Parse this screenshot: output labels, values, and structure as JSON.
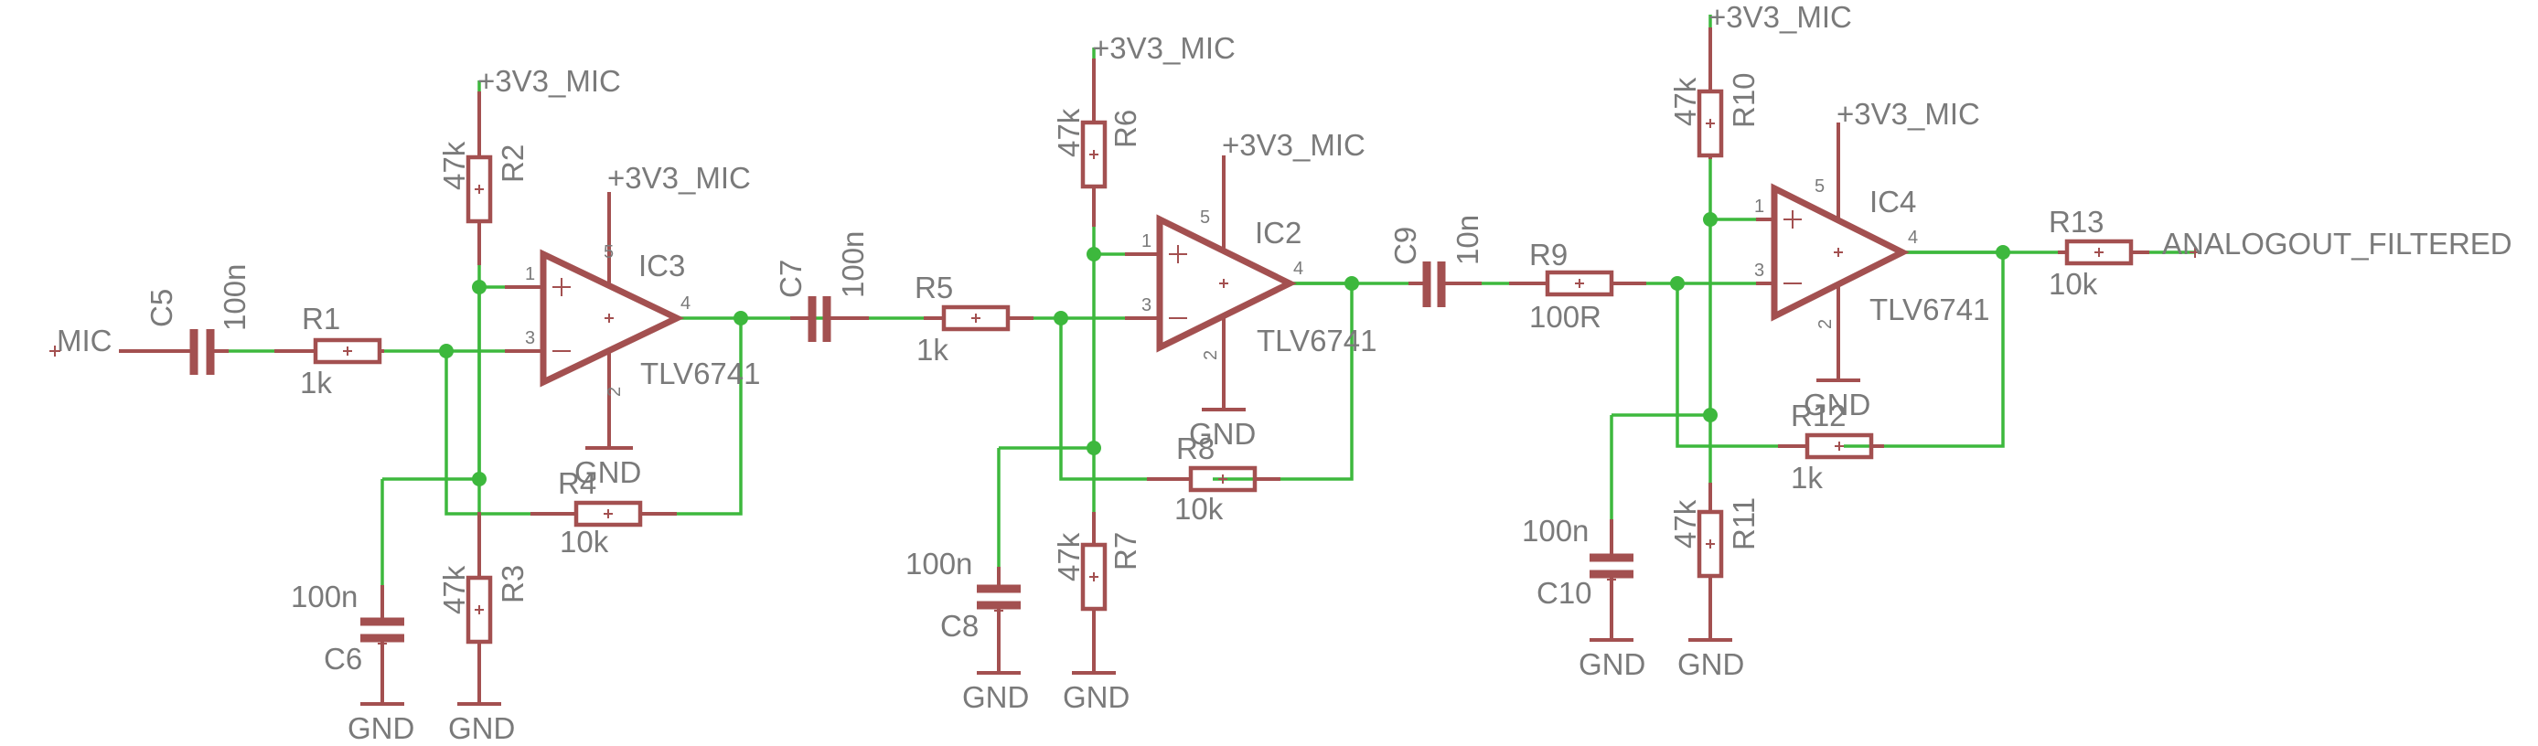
{
  "schematic": {
    "labels": {
      "mic": "MIC",
      "output": "ANALOGOUT_FILTERED",
      "supply": "+3V3_MIC",
      "ground": "GND"
    },
    "stage1": {
      "c5": {
        "name": "C5",
        "value": "100n"
      },
      "r1": {
        "name": "R1",
        "value": "1k"
      },
      "r2": {
        "name": "R2",
        "value": "47k"
      },
      "r3": {
        "name": "R3",
        "value": "47k"
      },
      "r4": {
        "name": "R4",
        "value": "10k"
      },
      "c6": {
        "name": "C6",
        "value": "100n"
      },
      "ic": {
        "name": "IC3",
        "part": "TLV6741"
      }
    },
    "stage2": {
      "c7": {
        "name": "C7",
        "value": "100n"
      },
      "r5": {
        "name": "R5",
        "value": "1k"
      },
      "r6": {
        "name": "R6",
        "value": "47k"
      },
      "r7": {
        "name": "R7",
        "value": "47k"
      },
      "r8": {
        "name": "R8",
        "value": "10k"
      },
      "c8": {
        "name": "C8",
        "value": "100n"
      },
      "ic": {
        "name": "IC2",
        "part": "TLV6741"
      }
    },
    "stage3": {
      "c9": {
        "name": "C9",
        "value": "10n"
      },
      "r9": {
        "name": "R9",
        "value": "100R"
      },
      "r10": {
        "name": "R10",
        "value": "47k"
      },
      "r11": {
        "name": "R11",
        "value": "47k"
      },
      "r12": {
        "name": "R12",
        "value": "1k"
      },
      "r13": {
        "name": "R13",
        "value": "10k"
      },
      "c10": {
        "name": "C10",
        "value": "100n"
      },
      "ic": {
        "name": "IC4",
        "part": "TLV6741"
      }
    },
    "pins": {
      "p1": "1",
      "p2": "2",
      "p3": "3",
      "p4": "4",
      "p5": "5",
      "plus": "+",
      "minus": "−"
    }
  }
}
